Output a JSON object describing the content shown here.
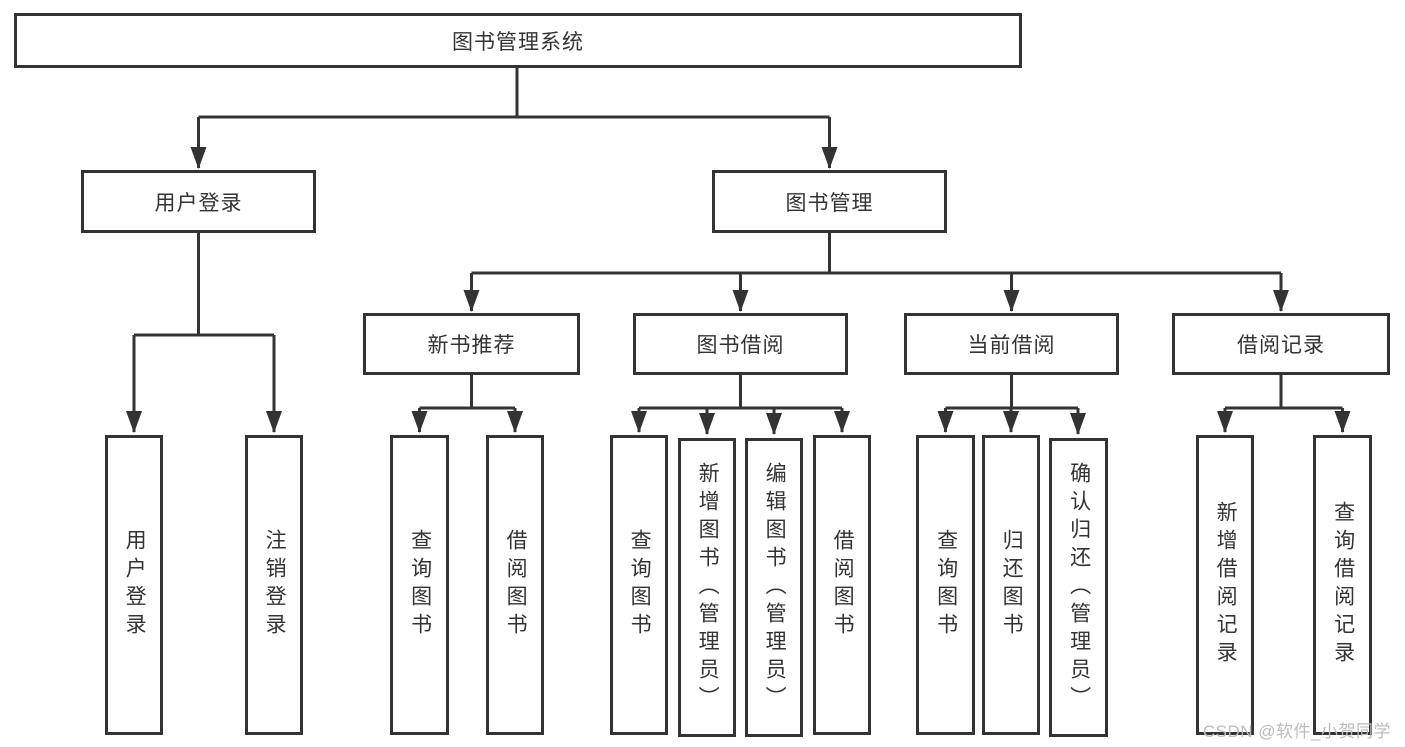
{
  "diagram": {
    "root": {
      "label": "图书管理系统"
    },
    "user_login": {
      "label": "用户登录",
      "children": [
        "用户登录",
        "注销登录"
      ]
    },
    "book_management": {
      "label": "图书管理",
      "sections": [
        {
          "label": "新书推荐",
          "children": [
            "查询图书",
            "借阅图书"
          ]
        },
        {
          "label": "图书借阅",
          "children": [
            "查询图书",
            "新增图书（管理员）",
            "编辑图书（管理员）",
            "借阅图书"
          ]
        },
        {
          "label": "当前借阅",
          "children": [
            "查询图书",
            "归还图书",
            "确认归还（管理员）"
          ]
        },
        {
          "label": "借阅记录",
          "children": [
            "新增借阅记录",
            "查询借阅记录"
          ]
        }
      ]
    }
  },
  "watermark": "CSDN @软件_小贺同学",
  "colors": {
    "line": "#333333",
    "text": "#333333",
    "box_background": "#ffffff",
    "page_background": "#ffffff",
    "watermark": "#bcbcbc"
  }
}
